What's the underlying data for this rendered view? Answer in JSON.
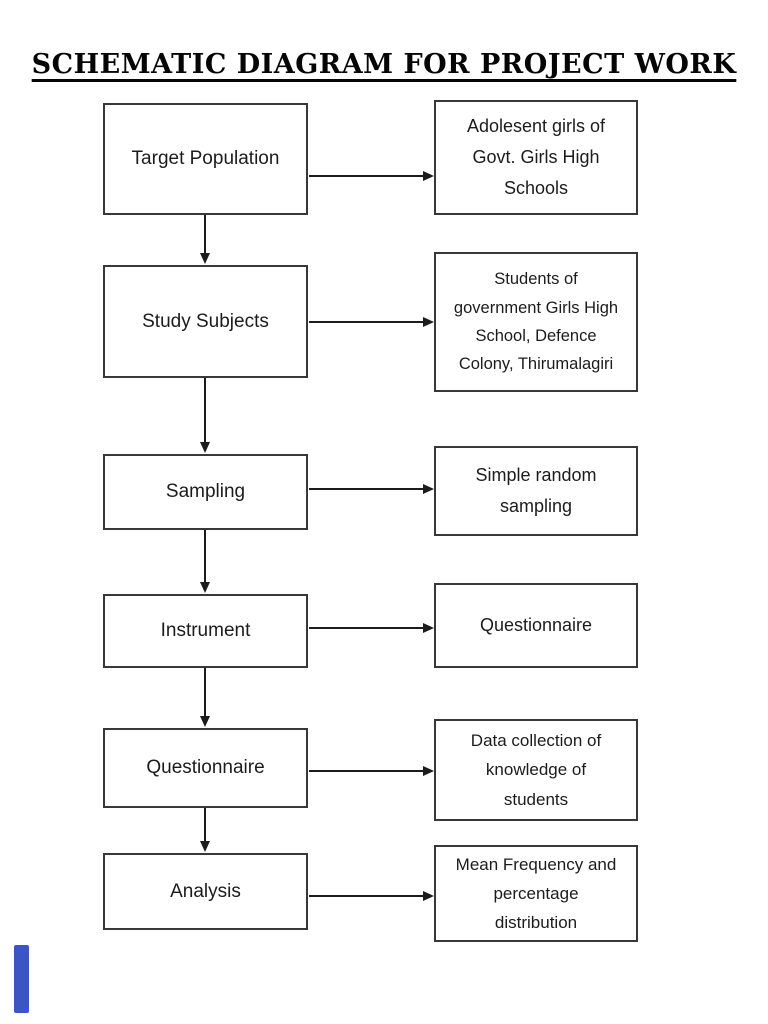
{
  "title": {
    "text": "SCHEMATIC DIAGRAM FOR PROJECT WORK"
  },
  "colors": {
    "background": "#ffffff",
    "line": "#1c1c1c",
    "box_border": "#383838",
    "text": "#1c1c1c",
    "marker_blue": "#3c55c5"
  },
  "flow": {
    "rows": [
      {
        "step": "Target Population",
        "detail": "Adolesent girls of\nGovt. Girls High\nSchools"
      },
      {
        "step": "Study Subjects",
        "detail": "Students of\ngovernment Girls High\nSchool, Defence\nColony, Thirumalagiri"
      },
      {
        "step": "Sampling",
        "detail": "Simple random\nsampling"
      },
      {
        "step": "Instrument",
        "detail": "Questionnaire"
      },
      {
        "step": "Questionnaire",
        "detail": "Data collection of\nknowledge of\nstudents"
      },
      {
        "step": "Analysis",
        "detail": "Mean Frequency and\npercentage\ndistribution"
      }
    ]
  }
}
